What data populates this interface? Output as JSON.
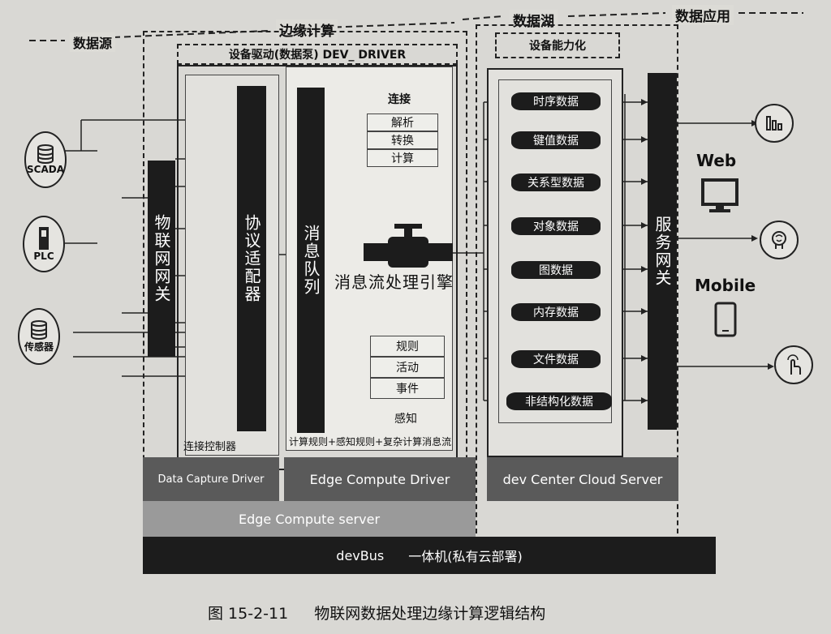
{
  "sections": {
    "data_source": "数据源",
    "edge_compute": "边缘计算",
    "data_lake": "数据湖",
    "data_app": "数据应用"
  },
  "driver_header": "设备驱动(数据泵) DEV_ DRIVER",
  "capability_header": "设备能力化",
  "devices": [
    {
      "label": "SCADA",
      "icon": "database-icon"
    },
    {
      "label": "PLC",
      "icon": "plc-icon"
    },
    {
      "label": "传感器",
      "icon": "database-icon"
    }
  ],
  "iot_gateway": "物联网网关",
  "protocol_adapter": "协议适配器",
  "connection_controller": "连接控制器",
  "message_queue": "消息队列",
  "connect": {
    "title": "连接",
    "items": [
      "解析",
      "转换",
      "计算"
    ]
  },
  "engine": "消息流处理引擎",
  "perceive": {
    "items": [
      "规则",
      "活动",
      "事件"
    ],
    "title": "感知"
  },
  "rules_caption": "计算规则+感知规则+复杂计算消息流",
  "data_stores": [
    "时序数据",
    "键值数据",
    "关系型数据",
    "对象数据",
    "图数据",
    "内存数据",
    "文件数据",
    "非结构化数据"
  ],
  "service_gateway": "服务网关",
  "apps": {
    "web": "Web",
    "mobile": "Mobile",
    "icons": [
      "chart-icon",
      "monitor-icon",
      "brain-icon",
      "phone-icon",
      "touch-icon"
    ]
  },
  "bottom": {
    "data_capture_driver": "Data Capture Driver",
    "edge_compute_driver": "Edge Compute Driver",
    "dev_center": "dev Center Cloud Server",
    "edge_compute_server": "Edge Compute server",
    "devbus": "devBus",
    "all_in_one": "一体机(私有云部署)"
  },
  "caption": {
    "number": "图 15-2-11",
    "title": "物联网数据处理边缘计算逻辑结构"
  },
  "colors": {
    "dark": "#1c1c1c",
    "gray_bar": "#5a5a5a",
    "light_gray_bar": "#9a9a9a",
    "panel": "#eeeeea"
  }
}
